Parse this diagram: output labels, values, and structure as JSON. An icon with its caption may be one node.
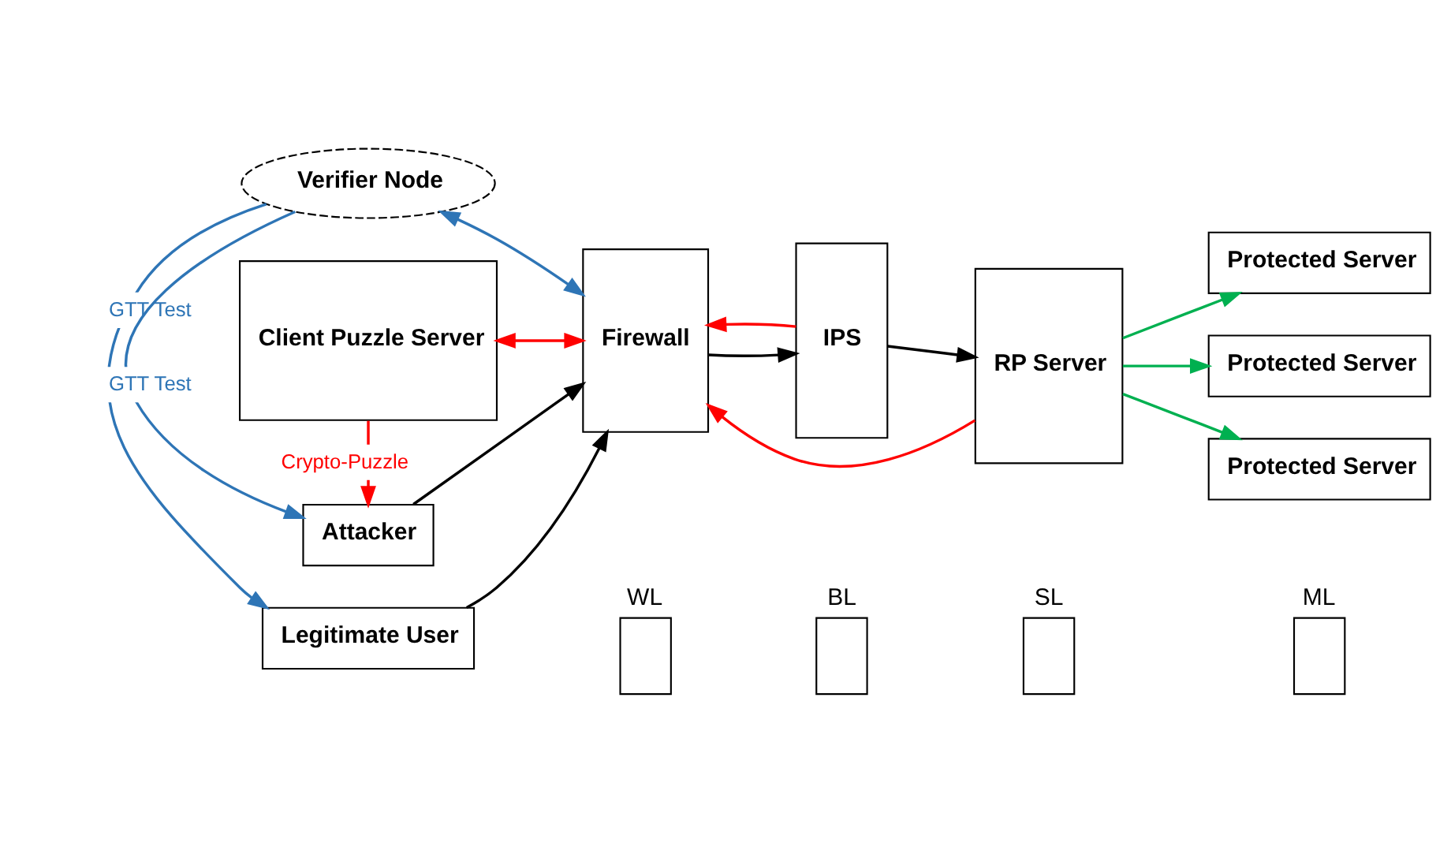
{
  "diagram": {
    "nodes": [
      {
        "text": [
          "Legitimate User"
        ]
      },
      {
        "text": [
          "Attacker"
        ]
      },
      {
        "text": [
          "Firewall"
        ]
      },
      {
        "text": [
          "WL"
        ]
      },
      {
        "text": [
          "BL"
        ]
      },
      {
        "text": [
          "SL"
        ]
      },
      {
        "text": [
          "ML"
        ]
      },
      {
        "text": [
          "IPS"
        ]
      },
      {
        "text": [
          "RP Server"
        ]
      },
      {
        "text": [
          "Protected Server"
        ]
      },
      {
        "text": [
          "Protected Server"
        ]
      },
      {
        "text": [
          "Protected Server"
        ]
      },
      {
        "text": [
          "Verifier Node"
        ]
      },
      {
        "text": [
          "Client Puzzle Server"
        ]
      }
    ],
    "edges": [
      {
        "from": 0,
        "to": 2,
        "arrow": "to"
      },
      {
        "from": 1,
        "to": 2,
        "arrow": "to"
      },
      {
        "from": 12,
        "to": 0,
        "arrow": "to",
        "label": "GTT Test",
        "color": "#2e75b6"
      },
      {
        "from": 12,
        "to": 1,
        "arrow": "to",
        "label": "GTT Test",
        "color": "#2e75b6"
      },
      {
        "from": 2,
        "to": 12,
        "arrow": "both",
        "color": "#2e75b6"
      },
      {
        "from": 2,
        "to": 7,
        "arrow": "to"
      },
      {
        "from": 7,
        "to": 8,
        "arrow": "to"
      },
      {
        "from": 8,
        "to": 2,
        "arrow": "to",
        "color": "#ff0000"
      },
      {
        "from": 7,
        "to": 2,
        "arrow": "to",
        "color": "#ff0000"
      },
      {
        "from": 2,
        "to": 13,
        "arrow": "both",
        "color": "#ff0000"
      },
      {
        "from": 13,
        "to": 1,
        "arrow": "to",
        "label": "Crypto-Puzzle",
        "color": "#ff0000"
      },
      {
        "from": 8,
        "to": 9,
        "arrow": "to",
        "color": "#00b050"
      },
      {
        "from": 8,
        "to": 10,
        "arrow": "to",
        "color": "#00b050"
      },
      {
        "from": 8,
        "to": 11,
        "arrow": "to",
        "color": "#00b050"
      }
    ]
  }
}
